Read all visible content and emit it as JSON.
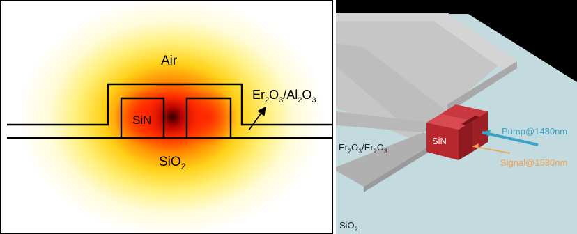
{
  "left": {
    "air_label": "Air",
    "sin_label": "SiN",
    "sio2_label_main": "SiO",
    "sio2_label_sub": "2",
    "cladding_label": {
      "p1": "Er",
      "s1": "2",
      "p2": "O",
      "s2": "3",
      "p3": "/Al",
      "s3": "2",
      "p4": "O",
      "s4": "3"
    }
  },
  "right": {
    "film_label": {
      "p1": "Er",
      "s1": "2",
      "p2": "O",
      "s2": "3",
      "p3": "/Er",
      "s3": "2",
      "p4": "O",
      "s4": "3"
    },
    "sin_label": "SiN",
    "pump_label": "Pump@1480nm",
    "signal_label": "Signal@1530nm",
    "substrate_label_main": "SiO",
    "substrate_label_sub": "2"
  },
  "colors": {
    "field_core": "#1a0000",
    "field_hot": "#ff2a00",
    "field_warm": "#ffd000",
    "field_edge": "#fffdf0",
    "waveguide": "#c0333a",
    "pump": "#3aa3c8",
    "signal": "#f2a04a",
    "substrate": "#c3dbdf",
    "film": "#cfcfcf",
    "background_dark": "#000000"
  }
}
